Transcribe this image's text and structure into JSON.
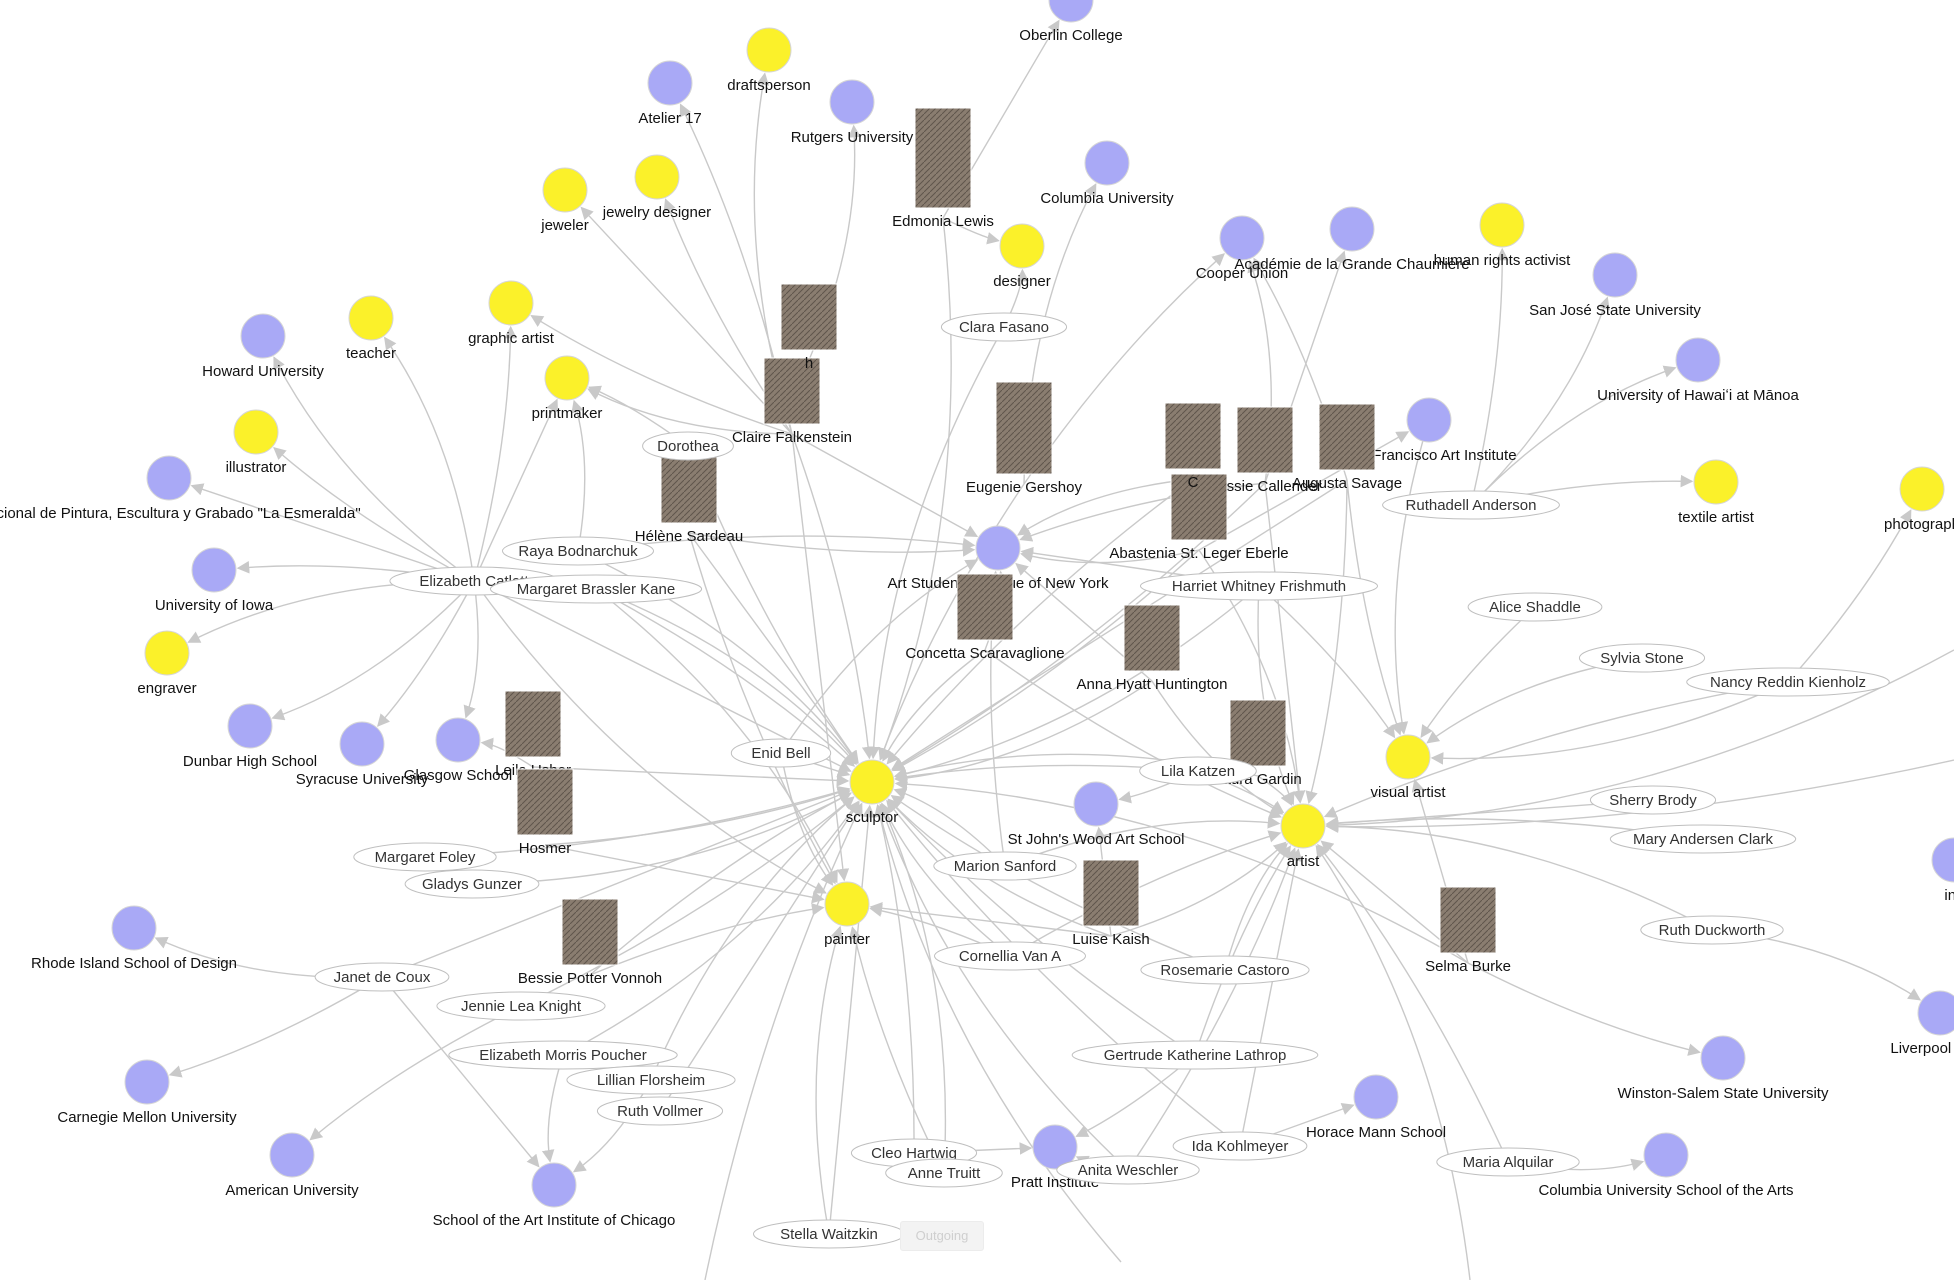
{
  "colors": {
    "yellow_node": "#fbf12a",
    "blue_node": "#a9a9f6",
    "edge": "#c9c9c9",
    "ellipse_fill": "#ffffff",
    "ellipse_stroke": "#bfbfbf",
    "photo_tone": "#7a6e62"
  },
  "hub_nodes": [
    {
      "id": "sculptor",
      "label": "sculptor",
      "kind": "yellow"
    },
    {
      "id": "artist",
      "label": "artist",
      "kind": "yellow"
    },
    {
      "id": "painter",
      "label": "painter",
      "kind": "yellow"
    },
    {
      "id": "visual_artist",
      "label": "visual artist",
      "kind": "yellow"
    },
    {
      "id": "printmaker",
      "label": "printmaker",
      "kind": "yellow"
    },
    {
      "id": "graphic_artist",
      "label": "graphic artist",
      "kind": "yellow"
    },
    {
      "id": "designer",
      "label": "designer",
      "kind": "yellow"
    },
    {
      "id": "draftsperson",
      "label": "draftsperson",
      "kind": "yellow"
    },
    {
      "id": "jewelry_designer",
      "label": "jewelry designer",
      "kind": "yellow"
    },
    {
      "id": "jeweler",
      "label": "jeweler",
      "kind": "yellow"
    },
    {
      "id": "teacher",
      "label": "teacher",
      "kind": "yellow"
    },
    {
      "id": "illustrator",
      "label": "illustrator",
      "kind": "yellow"
    },
    {
      "id": "engraver",
      "label": "engraver",
      "kind": "yellow"
    },
    {
      "id": "human_rights",
      "label": "human rights activist",
      "kind": "yellow"
    },
    {
      "id": "textile_artist",
      "label": "textile artist",
      "kind": "yellow"
    },
    {
      "id": "photograph",
      "label": "photograph",
      "kind": "yellow"
    }
  ],
  "institutions": [
    {
      "id": "oberlin",
      "label": "Oberlin College"
    },
    {
      "id": "atelier17",
      "label": "Atelier 17"
    },
    {
      "id": "rutgers",
      "label": "Rutgers University"
    },
    {
      "id": "columbia",
      "label": "Columbia University"
    },
    {
      "id": "cooper",
      "label": "Cooper Union"
    },
    {
      "id": "academie",
      "label": "Académie de la Grande Chaumière"
    },
    {
      "id": "sanjose",
      "label": "San José State University"
    },
    {
      "id": "hawaii",
      "label": "University of Hawaiʻi at Mānoa"
    },
    {
      "id": "sfai",
      "label": "San Francisco Art Institute"
    },
    {
      "id": "howard",
      "label": "Howard University"
    },
    {
      "id": "esmeralda",
      "label": "Nacional de Pintura, Escultura y Grabado \"La Esmeralda\""
    },
    {
      "id": "iowa",
      "label": "University of Iowa"
    },
    {
      "id": "dunbar",
      "label": "Dunbar High School"
    },
    {
      "id": "syracuse",
      "label": "Syracuse University"
    },
    {
      "id": "glasgow",
      "label": "Glasgow School"
    },
    {
      "id": "asl",
      "label": "Art Students League of New York"
    },
    {
      "id": "stjohns",
      "label": "St John's Wood Art School"
    },
    {
      "id": "risd",
      "label": "Rhode Island School of Design"
    },
    {
      "id": "cmu",
      "label": "Carnegie Mellon University"
    },
    {
      "id": "american",
      "label": "American University"
    },
    {
      "id": "saic",
      "label": "School of the Art Institute of Chicago"
    },
    {
      "id": "pratt",
      "label": "Pratt Institute"
    },
    {
      "id": "horace",
      "label": "Horace Mann School"
    },
    {
      "id": "winston",
      "label": "Winston-Salem State University"
    },
    {
      "id": "columbia_arts",
      "label": "Columbia University School of the Arts"
    },
    {
      "id": "liverpool",
      "label": "Liverpool Colle"
    },
    {
      "id": "ins_partial",
      "label": "ins"
    }
  ],
  "photo_people": [
    {
      "id": "edmonia",
      "label": "Edmonia Lewis"
    },
    {
      "id": "claire",
      "label": "Claire Falkenstein"
    },
    {
      "id": "helene",
      "label": "Hélène Sardeau"
    },
    {
      "id": "eugenie",
      "label": "Eugenie Gershoy"
    },
    {
      "id": "bessie_c",
      "label": "Bessie Callender"
    },
    {
      "id": "augusta",
      "label": "Augusta Savage"
    },
    {
      "id": "abastenia",
      "label": "Abastenia St. Leger Eberle"
    },
    {
      "id": "concetta",
      "label": "Concetta Scaravaglione"
    },
    {
      "id": "anna_h",
      "label": "Anna Hyatt Huntington"
    },
    {
      "id": "leila",
      "label": "Leila Usher"
    },
    {
      "id": "hosmer",
      "label": "Hosmer"
    },
    {
      "id": "laura",
      "label": "Laura Gardin"
    },
    {
      "id": "luise",
      "label": "Luise Kaish"
    },
    {
      "id": "bessie_pv",
      "label": "Bessie Potter Vonnoh"
    },
    {
      "id": "selma",
      "label": "Selma Burke"
    },
    {
      "id": "c_partial",
      "label": "C"
    },
    {
      "id": "h_partial",
      "label": "h"
    },
    {
      "id": "top_photo",
      "label": ""
    }
  ],
  "people": [
    {
      "id": "clara",
      "label": "Clara Fasano"
    },
    {
      "id": "dorothea",
      "label": "Dorothea"
    },
    {
      "id": "raya",
      "label": "Raya Bodnarchuk"
    },
    {
      "id": "elizabeth_c",
      "label": "Elizabeth Catlett"
    },
    {
      "id": "margaret_bk",
      "label": "Margaret Brassler Kane"
    },
    {
      "id": "harriet_wf",
      "label": "Harriet Whitney Frishmuth"
    },
    {
      "id": "ruthadell",
      "label": "Ruthadell Anderson"
    },
    {
      "id": "alice",
      "label": "Alice Shaddle"
    },
    {
      "id": "sylvia",
      "label": "Sylvia Stone"
    },
    {
      "id": "nancy",
      "label": "Nancy Reddin Kienholz"
    },
    {
      "id": "enid",
      "label": "Enid Bell"
    },
    {
      "id": "lila",
      "label": "Lila Katzen"
    },
    {
      "id": "sherry",
      "label": "Sherry Brody"
    },
    {
      "id": "mary_ac",
      "label": "Mary Andersen Clark"
    },
    {
      "id": "margaret_f",
      "label": "Margaret Foley"
    },
    {
      "id": "gladys",
      "label": "Gladys Gunzer"
    },
    {
      "id": "marion",
      "label": "Marion Sanford"
    },
    {
      "id": "ruth_d",
      "label": "Ruth Duckworth"
    },
    {
      "id": "cornellia",
      "label": "Cornellia Van A"
    },
    {
      "id": "rosemarie",
      "label": "Rosemarie Castoro"
    },
    {
      "id": "janet",
      "label": "Janet de Coux"
    },
    {
      "id": "jennie",
      "label": "Jennie Lea Knight"
    },
    {
      "id": "elizabeth_mp",
      "label": "Elizabeth Morris Poucher"
    },
    {
      "id": "lillian",
      "label": "Lillian Florsheim"
    },
    {
      "id": "gertrude",
      "label": "Gertrude Katherine Lathrop"
    },
    {
      "id": "ruth_v",
      "label": "Ruth Vollmer"
    },
    {
      "id": "cleo",
      "label": "Cleo Hartwig"
    },
    {
      "id": "anne",
      "label": "Anne Truitt"
    },
    {
      "id": "anita",
      "label": "Anita Weschler"
    },
    {
      "id": "ida",
      "label": "Ida Kohlmeyer"
    },
    {
      "id": "maria",
      "label": "Maria Alquilar"
    },
    {
      "id": "stella",
      "label": "Stella Waitzkin"
    }
  ],
  "controls": {
    "outgoing_label": "Outgoing"
  }
}
